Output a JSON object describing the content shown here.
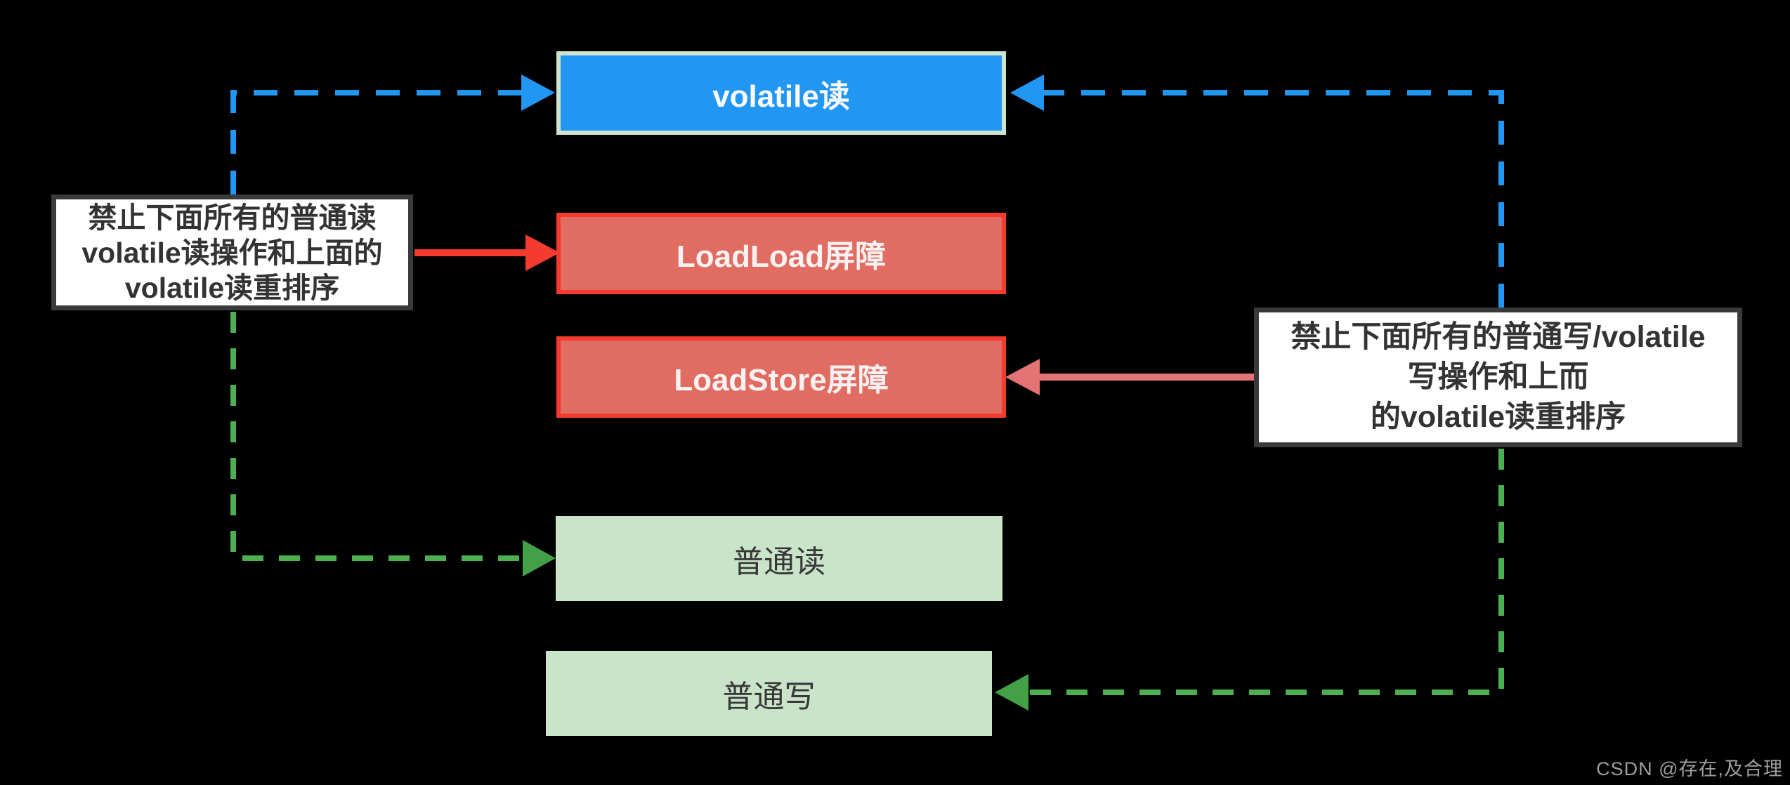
{
  "nodes": [
    {
      "id": "volatile-read",
      "label": "volatile读",
      "type": "blue"
    },
    {
      "id": "loadload-barrier",
      "label": "LoadLoad屏障",
      "type": "red"
    },
    {
      "id": "loadstore-barrier",
      "label": "LoadStore屏障",
      "type": "red"
    },
    {
      "id": "normal-read",
      "label": "普通读",
      "type": "green"
    },
    {
      "id": "normal-write",
      "label": "普通写",
      "type": "green"
    }
  ],
  "annotations": {
    "left": {
      "lines": [
        "禁止下面所有的普通读",
        "volatile读操作和上面的",
        "volatile读重排序"
      ]
    },
    "right": {
      "lines": [
        "禁止下面所有的普通写/volatile",
        "写操作和上而",
        "的volatile读重排序"
      ]
    }
  },
  "watermark": {
    "text": "CSDN @存在,及合理"
  },
  "colors": {
    "background": "#000000",
    "blue_node_fill": "#2196F3",
    "blue_node_border": "#CDE3CD",
    "red_node_fill": "#E06C62",
    "red_node_border": "#F53B30",
    "green_node_fill": "#C9E4C9",
    "blue_arrow": "#2196F3",
    "green_arrow": "#4CAF50",
    "red_arrow": "#F53B30",
    "pink_arrow": "#E57373",
    "annotation_border": "#3A3A3A",
    "annotation_text": "#333333",
    "watermark_text": "#9E9E9E"
  }
}
